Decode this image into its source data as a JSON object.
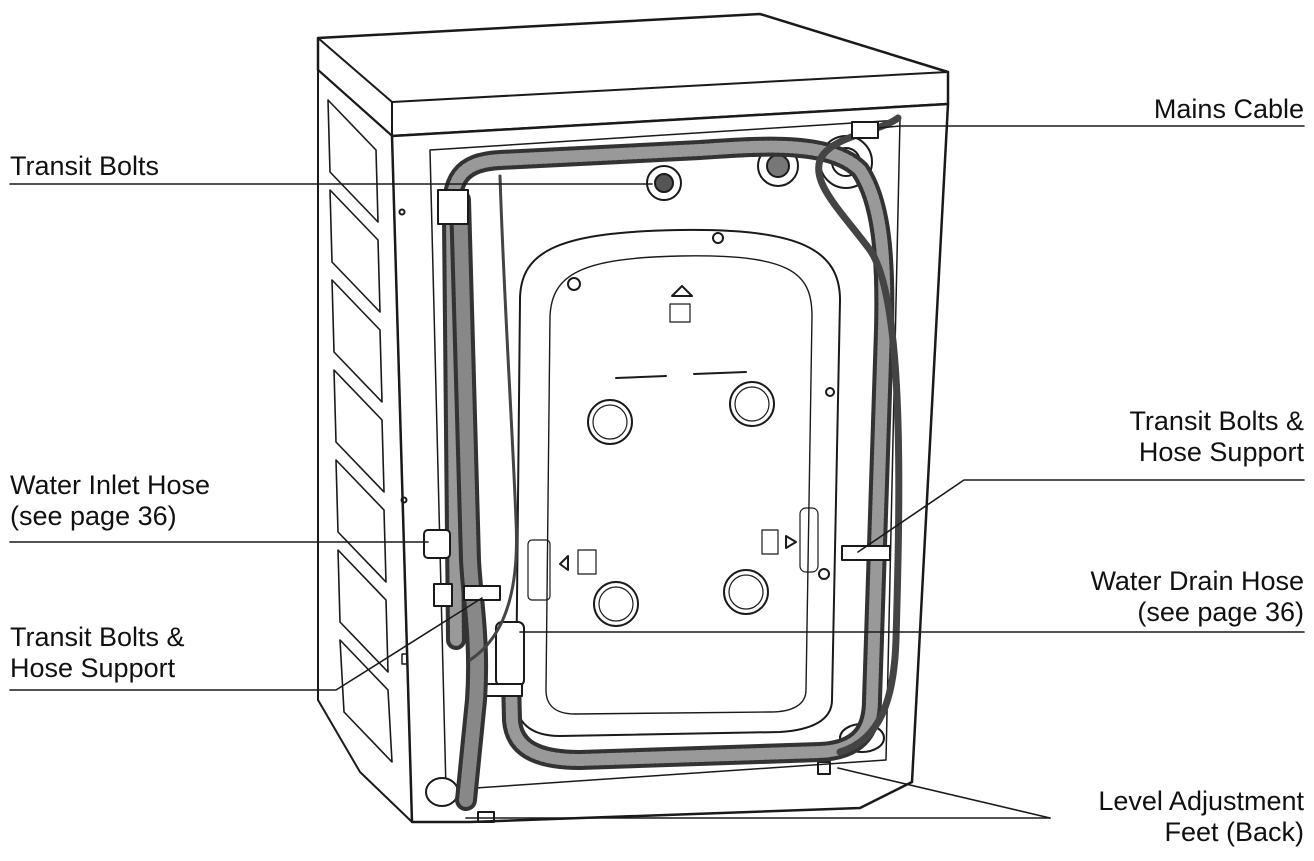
{
  "labels": {
    "mains_cable": [
      "Mains Cable"
    ],
    "transit_bolts_top": [
      "Transit Bolts"
    ],
    "transit_bolts_hose_support_right": [
      "Transit Bolts &",
      "Hose Support"
    ],
    "water_inlet_hose": [
      "Water Inlet Hose",
      "(see page 36)"
    ],
    "water_drain_hose": [
      "Water Drain Hose",
      "(see page 36)"
    ],
    "transit_bolts_hose_support_left": [
      "Transit Bolts &",
      "Hose Support"
    ],
    "level_adjustment_feet": [
      "Level Adjustment",
      "Feet (Back)"
    ]
  },
  "colors": {
    "line": "#1a1a1a",
    "hose": "#555555",
    "fill": "#ffffff"
  }
}
